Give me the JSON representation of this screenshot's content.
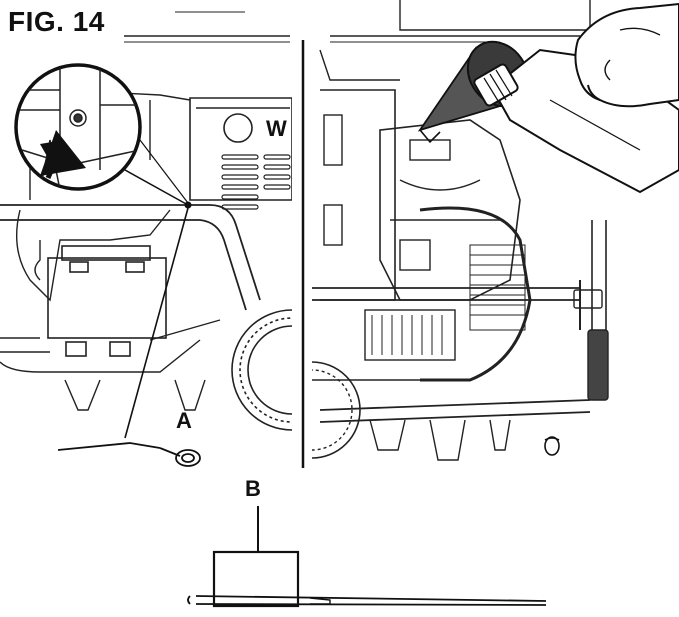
{
  "figure": {
    "title": "FIG. 14",
    "brand_mark": "W",
    "labels": {
      "a": "A",
      "b": "B"
    },
    "icons": [
      "magnifier-circle",
      "arrow-up-icon",
      "oil-jug-icon",
      "funnel-icon",
      "hand-icon",
      "dipstick-icon",
      "battery-icon",
      "wheel-icon"
    ]
  }
}
